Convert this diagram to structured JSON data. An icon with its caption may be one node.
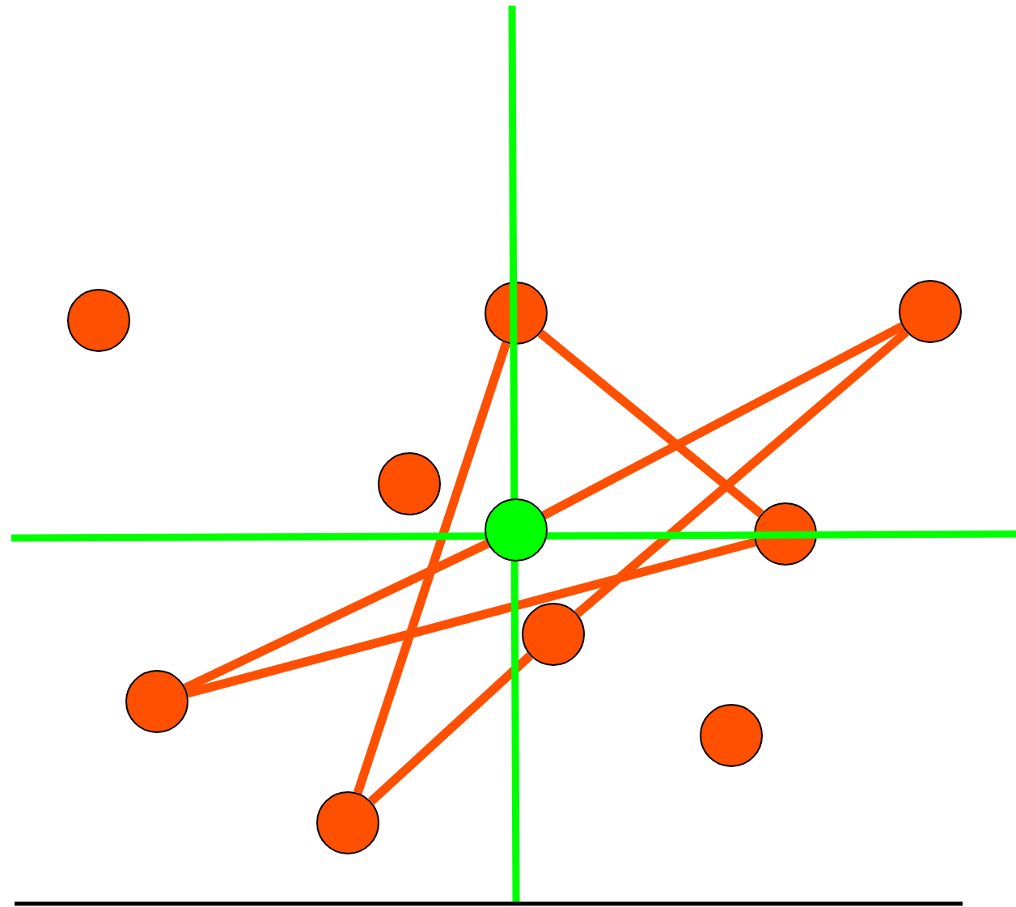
{
  "diagram": {
    "nodes": [
      {
        "text": [],
        "shape": "circle"
      },
      {
        "text": [],
        "shape": "circle"
      },
      {
        "text": [],
        "shape": "circle"
      },
      {
        "text": [],
        "shape": "circle"
      },
      {
        "text": [],
        "shape": "circle"
      },
      {
        "text": [],
        "shape": "circle"
      },
      {
        "text": [],
        "shape": "circle"
      },
      {
        "text": [],
        "shape": "circle"
      },
      {
        "text": [],
        "shape": "circle"
      },
      {
        "text": [],
        "shape": "circle"
      }
    ],
    "edges": [
      {
        "from": 1,
        "to": 5,
        "arrow": "none"
      },
      {
        "from": 1,
        "to": 9,
        "arrow": "none"
      },
      {
        "from": 0,
        "to": 4,
        "arrow": "none"
      },
      {
        "from": 4,
        "to": 7,
        "arrow": "none"
      },
      {
        "from": 0,
        "to": 6,
        "arrow": "none"
      },
      {
        "from": 6,
        "to": 9,
        "arrow": "none"
      },
      {
        "from": 7,
        "to": 5,
        "arrow": "none"
      }
    ]
  }
}
